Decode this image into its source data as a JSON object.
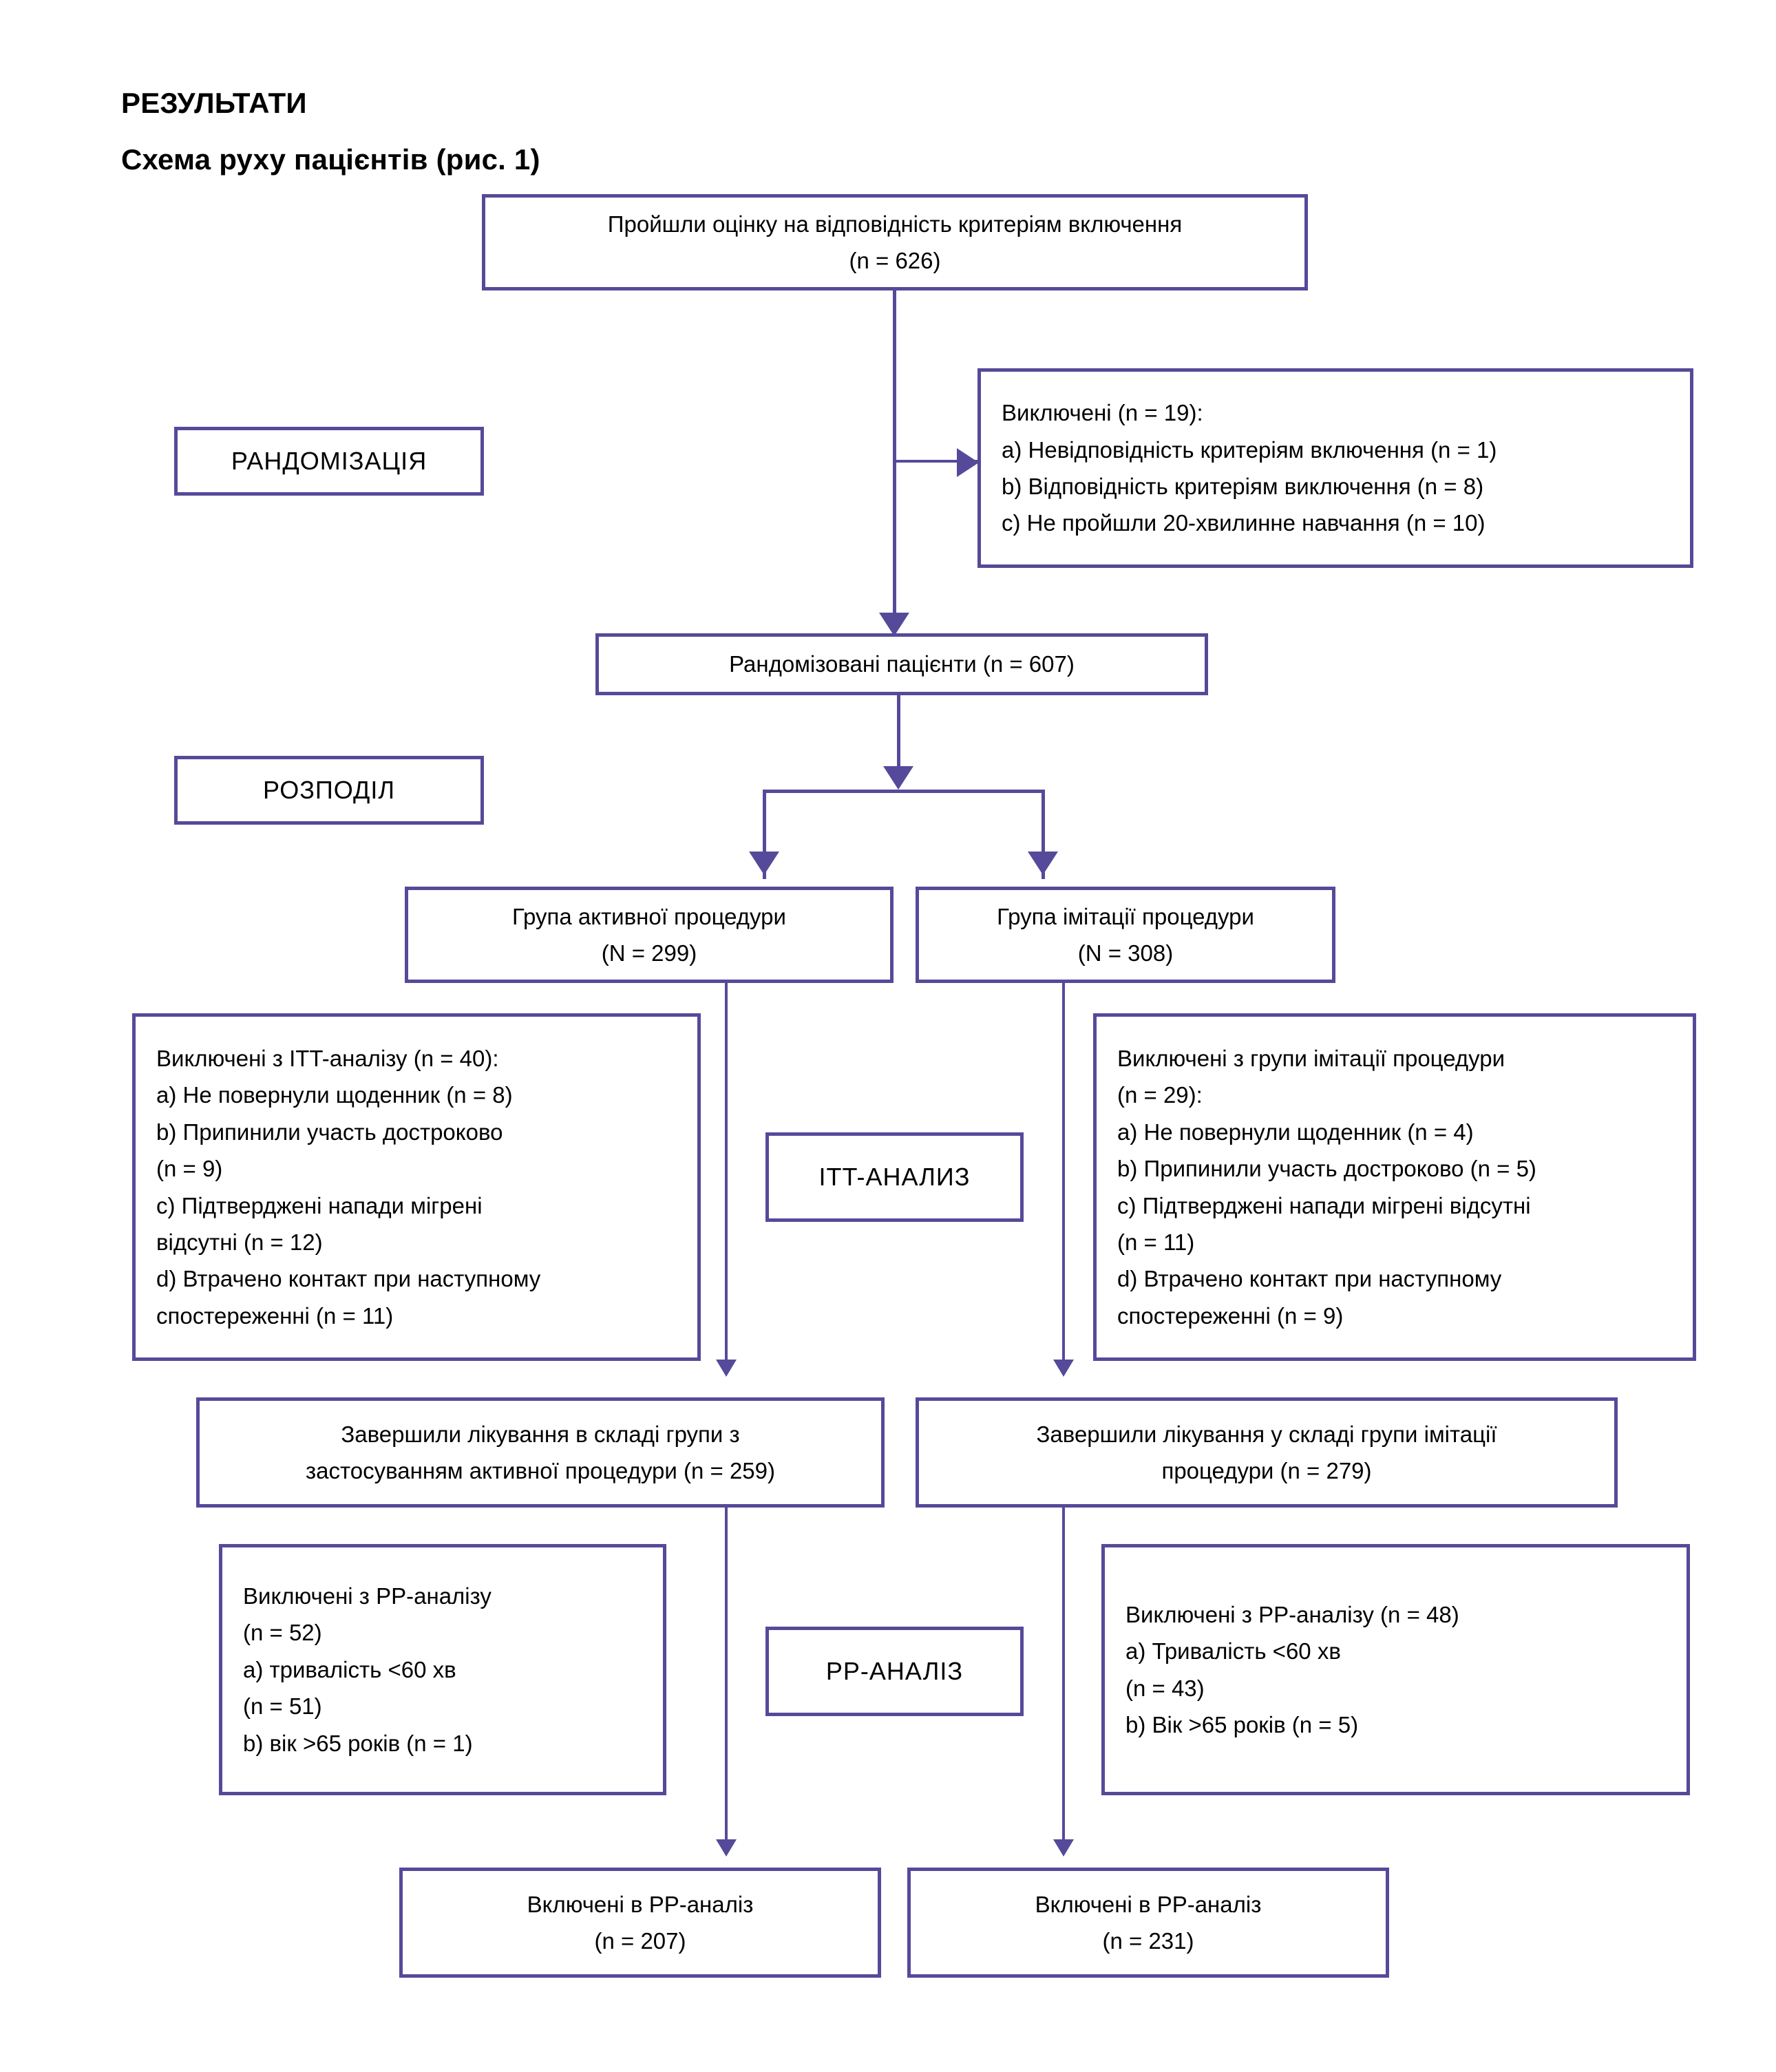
{
  "headings": {
    "results": "РЕЗУЛЬТАТИ",
    "figure": "Схема руху пацієнтів (рис. 1)"
  },
  "colors": {
    "border": "#554a99",
    "text": "#000000",
    "background": "#ffffff"
  },
  "stage_labels": {
    "randomization": "РАНДОМІЗАЦІЯ",
    "allocation": "РОЗПОДІЛ",
    "itt_analysis": "ITT-АНАЛИЗ",
    "pp_analysis": "PP-АНАЛІЗ"
  },
  "boxes": {
    "assessed": {
      "line1": "Пройшли оцінку на відповідність критеріям включення",
      "line2": "(n = 626)"
    },
    "excluded_screening": {
      "line1": "Виключені (n = 19):",
      "line2": "a) Невідповідність критеріям включення (n = 1)",
      "line3": "b) Відповідність критеріям виключення (n = 8)",
      "line4": "c) Не пройшли 20-хвилинне навчання (n = 10)"
    },
    "randomized": {
      "line1": "Рандомізовані пацієнти (n = 607)"
    },
    "active_group": {
      "line1": "Група активної процедури",
      "line2": "(N = 299)"
    },
    "sham_group": {
      "line1": "Група імітації процедури",
      "line2": "(N = 308)"
    },
    "itt_excluded_left": {
      "line1": "Виключені з ITT-аналізу (n = 40):",
      "line2": "a) Не повернули щоденник (n = 8)",
      "line3": "b) Припинили участь достроково",
      "line4": "(n = 9)",
      "line5": "c) Підтверджені напади мігрені",
      "line6": "відсутні (n = 12)",
      "line7": "d) Втрачено контакт при наступному",
      "line8": "спостереженні (n = 11)"
    },
    "itt_excluded_right": {
      "line1": "Виключені з групи імітації процедури",
      "line2": "(n = 29):",
      "line3": "a) Не повернули щоденник (n = 4)",
      "line4": "b) Припинили участь достроково (n = 5)",
      "line5": "c) Підтверджені напади мігрені відсутні",
      "line6": "(n = 11)",
      "line7": "d) Втрачено контакт при наступному",
      "line8": "спостереженні (n = 9)"
    },
    "completed_active": {
      "line1": "Завершили лікування в складі групи з",
      "line2": "застосуванням активної процедури (n = 259)"
    },
    "completed_sham": {
      "line1": "Завершили лікування у складі групи імітації",
      "line2": "процедури (n = 279)"
    },
    "pp_excluded_left": {
      "line1": "Виключені з PP-аналізу",
      "line2": "(n = 52)",
      "line3": "a) тривалість <60 хв",
      "line4": "(n = 51)",
      "line5": "b) вік >65 років (n = 1)"
    },
    "pp_excluded_right": {
      "line1": "Виключені з PP-аналізу (n = 48)",
      "line2": "a) Тривалість <60 хв",
      "line3": "(n = 43)",
      "line4": "b) Вік >65 років (n = 5)"
    },
    "pp_included_left": {
      "line1": "Включені в PP-аналіз",
      "line2": "(n = 207)"
    },
    "pp_included_right": {
      "line1": "Включені в PP-аналіз",
      "line2": "(n = 231)"
    }
  },
  "chart_data": {
    "type": "diagram",
    "title": "Схема руху пацієнтів (рис. 1)",
    "diagram_kind": "CONSORT patient flow",
    "nodes": [
      {
        "id": "assessed",
        "label": "Пройшли оцінку на відповідність критеріям включення",
        "n": 626
      },
      {
        "id": "excluded_screening",
        "label": "Виключені",
        "n": 19,
        "reasons": [
          {
            "code": "a",
            "label": "Невідповідність критеріям включення",
            "n": 1
          },
          {
            "code": "b",
            "label": "Відповідність критеріям виключення",
            "n": 8
          },
          {
            "code": "c",
            "label": "Не пройшли 20-хвилинне навчання",
            "n": 10
          }
        ]
      },
      {
        "id": "randomized",
        "label": "Рандомізовані пацієнти",
        "n": 607
      },
      {
        "id": "active_group",
        "label": "Група активної процедури",
        "N": 299
      },
      {
        "id": "sham_group",
        "label": "Група імітації процедури",
        "N": 308
      },
      {
        "id": "itt_excluded_left",
        "label": "Виключені з ITT-аналізу",
        "n": 40,
        "reasons": [
          {
            "code": "a",
            "label": "Не повернули щоденник",
            "n": 8
          },
          {
            "code": "b",
            "label": "Припинили участь достроково",
            "n": 9
          },
          {
            "code": "c",
            "label": "Підтверджені напади мігрені відсутні",
            "n": 12
          },
          {
            "code": "d",
            "label": "Втрачено контакт при наступному спостереженні",
            "n": 11
          }
        ]
      },
      {
        "id": "itt_excluded_right",
        "label": "Виключені з групи імітації процедури",
        "n": 29,
        "reasons": [
          {
            "code": "a",
            "label": "Не повернули щоденник",
            "n": 4
          },
          {
            "code": "b",
            "label": "Припинили участь достроково",
            "n": 5
          },
          {
            "code": "c",
            "label": "Підтверджені напади мігрені відсутні",
            "n": 11
          },
          {
            "code": "d",
            "label": "Втрачено контакт при наступному спостереженні",
            "n": 9
          }
        ]
      },
      {
        "id": "completed_active",
        "label": "Завершили лікування в складі групи з застосуванням активної процедури",
        "n": 259
      },
      {
        "id": "completed_sham",
        "label": "Завершили лікування у складі групи імітації процедури",
        "n": 279
      },
      {
        "id": "pp_excluded_left",
        "label": "Виключені з PP-аналізу",
        "n": 52,
        "reasons": [
          {
            "code": "a",
            "label": "тривалість <60 хв",
            "n": 51
          },
          {
            "code": "b",
            "label": "вік >65 років",
            "n": 1
          }
        ]
      },
      {
        "id": "pp_excluded_right",
        "label": "Виключені з PP-аналізу",
        "n": 48,
        "reasons": [
          {
            "code": "a",
            "label": "Тривалість <60 хв",
            "n": 43
          },
          {
            "code": "b",
            "label": "Вік >65 років",
            "n": 5
          }
        ]
      },
      {
        "id": "pp_included_left",
        "label": "Включені в PP-аналіз",
        "n": 207
      },
      {
        "id": "pp_included_right",
        "label": "Включені в PP-аналіз",
        "n": 231
      }
    ],
    "stages": [
      "РАНДОМІЗАЦІЯ",
      "РОЗПОДІЛ",
      "ITT-АНАЛИЗ",
      "PP-АНАЛІЗ"
    ],
    "edges": [
      {
        "from": "assessed",
        "to": "excluded_screening"
      },
      {
        "from": "assessed",
        "to": "randomized"
      },
      {
        "from": "randomized",
        "to": "active_group"
      },
      {
        "from": "randomized",
        "to": "sham_group"
      },
      {
        "from": "active_group",
        "to": "completed_active"
      },
      {
        "from": "sham_group",
        "to": "completed_sham"
      },
      {
        "from": "completed_active",
        "to": "pp_included_left"
      },
      {
        "from": "completed_sham",
        "to": "pp_included_right"
      }
    ]
  }
}
